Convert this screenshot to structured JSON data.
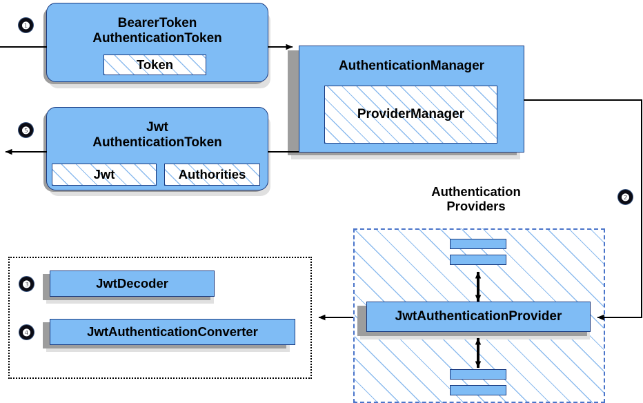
{
  "diagram": {
    "title": "Spring Security JWT Bearer Token Authentication Flow",
    "colors": {
      "node_fill": "#7FBCF5",
      "node_border": "#17387E",
      "hatch_stripe": "#78AFEB",
      "shadow_dark": "#9D9D9D",
      "shadow_light": "#E0E0E0",
      "group_blue_border": "#4A74C9",
      "group_black_border": "#000000",
      "badge_fill": "#0B0B14",
      "connector": "#000000"
    }
  },
  "nodes": {
    "bearer_token": {
      "line1": "BearerToken",
      "line2": "AuthenticationToken",
      "inner": {
        "token": "Token"
      }
    },
    "jwt_token": {
      "line1": "Jwt",
      "line2": "AuthenticationToken",
      "inner": {
        "jwt": "Jwt",
        "authorities": "Authorities"
      }
    },
    "authentication_manager": {
      "title": "AuthenticationManager",
      "inner": {
        "provider_manager": "ProviderManager"
      }
    },
    "jwt_authentication_provider": {
      "title": "JwtAuthenticationProvider"
    },
    "jwt_decoder": {
      "title": "JwtDecoder"
    },
    "jwt_authentication_converter": {
      "title": "JwtAuthenticationConverter"
    }
  },
  "groups": {
    "authentication_providers": {
      "label_line1": "Authentication",
      "label_line2": "Providers"
    },
    "jwt_support_box": {
      "label": ""
    }
  },
  "badges": [
    {
      "id": "step-1",
      "text": "❶"
    },
    {
      "id": "step-2",
      "text": "❷"
    },
    {
      "id": "step-3",
      "text": "❸"
    },
    {
      "id": "step-4",
      "text": "❹"
    },
    {
      "id": "step-5",
      "text": "❺"
    }
  ]
}
